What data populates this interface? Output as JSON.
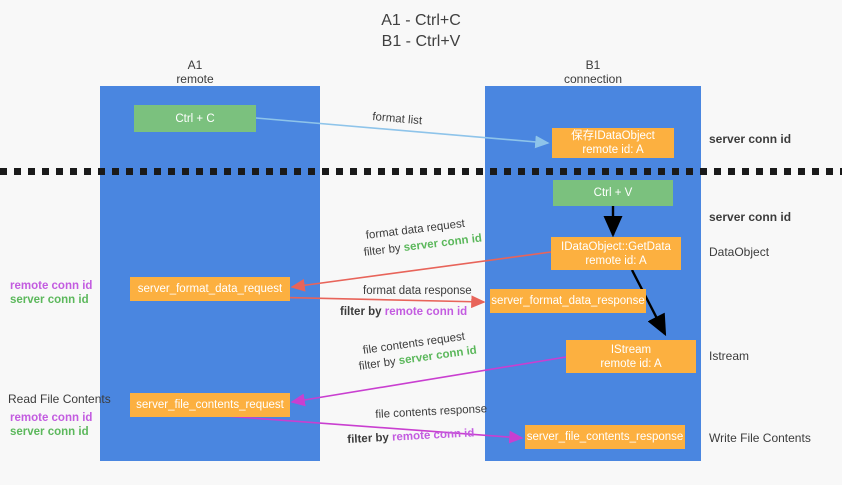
{
  "title": {
    "line1": "A1 - Ctrl+C",
    "line2": "B1 - Ctrl+V"
  },
  "columns": [
    {
      "name": "A1",
      "sub": "remote"
    },
    {
      "name": "B1",
      "sub": "connection"
    }
  ],
  "nodes": {
    "ctrl_c": {
      "line1": "Ctrl + C",
      "line2": ""
    },
    "save_dataobject": {
      "line1": "保存IDataObject",
      "line2": "remote id: A"
    },
    "ctrl_v": {
      "line1": "Ctrl + V",
      "line2": ""
    },
    "getdata": {
      "line1": "IDataObject::GetData",
      "line2": "remote id: A"
    },
    "istream": {
      "line1": "IStream",
      "line2": "remote id: A"
    },
    "format_data_request": {
      "line1": "server_format_data_request",
      "line2": ""
    },
    "format_data_response": {
      "line1": "server_format_data_response",
      "line2": ""
    },
    "file_contents_request": {
      "line1": "server_file_contents_request",
      "line2": ""
    },
    "file_contents_response": {
      "line1": "server_file_contents_response",
      "line2": ""
    }
  },
  "edge_labels": {
    "format_list": "format list",
    "format_data_request": "format data request",
    "format_data_request_filter_prefix": "filter by ",
    "format_data_request_filter_value": "server conn id",
    "format_data_response": "format data response",
    "format_data_response_filter_prefix": "filter by ",
    "format_data_response_filter_value": "remote conn id",
    "file_contents_request": "file contents request",
    "file_contents_request_filter_prefix": "filter by ",
    "file_contents_request_filter_value": "server conn id",
    "file_contents_response": "file contents response",
    "file_contents_response_filter_prefix": "filter by ",
    "file_contents_response_filter_value": "remote conn id"
  },
  "right_labels": {
    "server_conn_id_1": "server conn id",
    "server_conn_id_2": "server conn id",
    "dataobject": "DataObject",
    "istream": "Istream",
    "write_file_contents": "Write File Contents"
  },
  "left_labels": {
    "format_remote": "remote conn id",
    "format_server": "server conn id",
    "read_file_contents": "Read File Contents",
    "file_remote": "remote conn id",
    "file_server": "server conn id"
  },
  "colors": {
    "lane": "#4a86e0",
    "green_node": "#7bc17e",
    "orange_node": "#fcb040",
    "green_text": "#5cb85c",
    "purple_text": "#c35ce0",
    "red_arrow": "#e8645a",
    "magenta_arrow": "#c93fd0",
    "blue_arrow": "#8ec4ea",
    "black_arrow": "#000000",
    "background": "#f8f8f8"
  }
}
